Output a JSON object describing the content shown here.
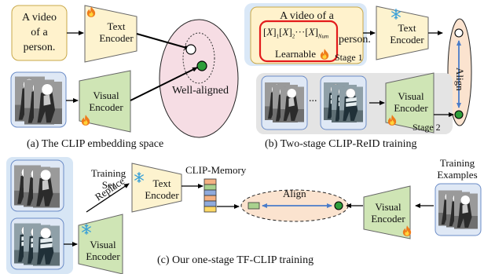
{
  "panel_a": {
    "text_box": [
      "A video",
      "of a",
      "person."
    ],
    "text_encoder": [
      "Text",
      "Encoder"
    ],
    "visual_encoder": [
      "Visual",
      "Encoder"
    ],
    "well_aligned": "Well-aligned",
    "caption": "(a) The CLIP embedding space"
  },
  "panel_b": {
    "prompt_line1": "A video of  a",
    "prompt_line2": "person.",
    "learnable": "Learnable",
    "stage1": "Stage 1",
    "stage2": "Stage 2",
    "text_encoder": [
      "Text",
      "Encoder"
    ],
    "visual_encoder": [
      "Visual",
      "Encoder"
    ],
    "align": "Align",
    "dots": "...",
    "caption": "(b) Two-stage CLIP-ReID training"
  },
  "panel_c": {
    "training_set": [
      "Training",
      "Set"
    ],
    "replace": "Replace",
    "text_encoder": [
      "Text",
      "Encoder"
    ],
    "clip_memory": "CLIP-Memory",
    "align": "Align",
    "visual_encoder_left": [
      "Visual",
      "Encoder"
    ],
    "visual_encoder_right": [
      "Visual",
      "Encoder"
    ],
    "training_examples": [
      "Training",
      "Examples"
    ],
    "caption": "(c) Our one-stage TF-CLIP training"
  },
  "colors": {
    "text_encoder": "#fdf3cf",
    "visual_encoder": "#cfe5b5",
    "text_box": "#fff2cc",
    "ellipse_pink": "#f6dde4",
    "ellipse_peach": "#fbe3cf",
    "stage1_bg": "#dae8f7",
    "stage2_bg": "#e4e4e4",
    "train_bg": "#d7e6f5",
    "red": "#e31b1b",
    "blue_arrow": "#4a7cc9",
    "memory": [
      "#f4b183",
      "#a9d18e",
      "#8faadc",
      "#ffd966"
    ]
  },
  "icons": [
    "fire-icon",
    "snowflake-icon"
  ]
}
